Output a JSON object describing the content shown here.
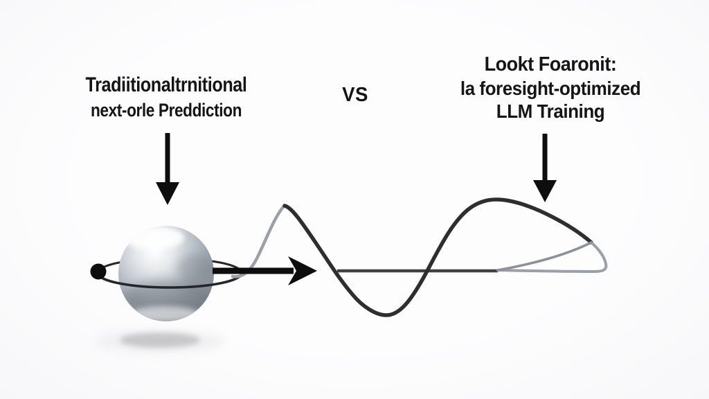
{
  "left_panel": {
    "title_line1": "Tradiitionaltrnitional",
    "title_line2": "next-orle Preddiction"
  },
  "vs_label": "VS",
  "right_panel": {
    "title_line1": "Lookt Foaronit:",
    "title_line2": "la foresight-optimized",
    "title_line3": "LLM Training"
  },
  "colors": {
    "background": "#fdfdfe",
    "text": "#151515",
    "arrow_black": "#0d0d0d",
    "wave_dark": "#2e2e2e",
    "wave_gray": "#9aa0a5",
    "baseline_gray": "#3f4144",
    "orbit_line": "#26262a",
    "sphere_silver": "#b6bdc4",
    "sphere_highlight": "#ffffff",
    "sphere_shade": "#6e757d"
  },
  "icons": {
    "left_pointer": "down-arrow-icon",
    "right_pointer": "down-arrow-icon",
    "flow_pointer": "right-arrow-icon",
    "orbit_marker": "dot-icon"
  }
}
